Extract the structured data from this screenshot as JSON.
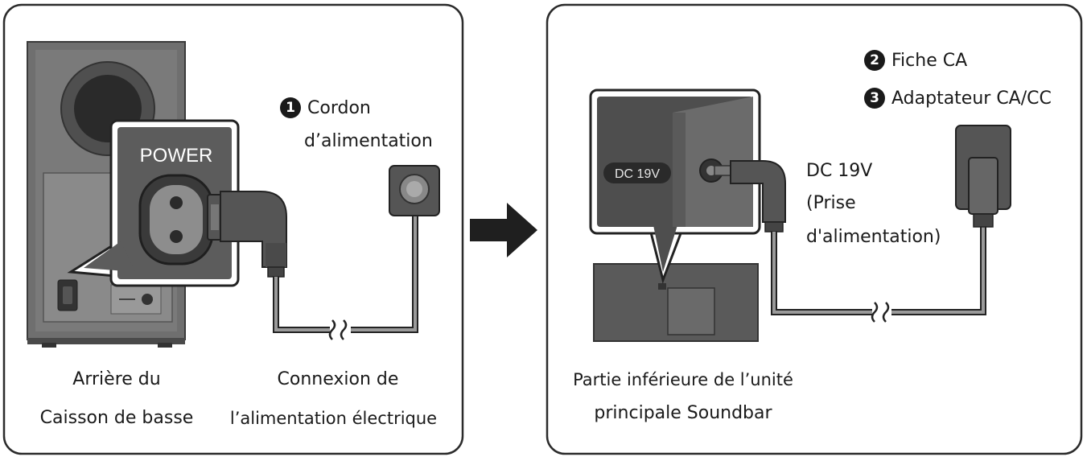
{
  "left_panel": {
    "power_label": "POWER",
    "cord_number": "1",
    "cord_label_line1": "Cordon",
    "cord_label_line2": "d’alimentation",
    "subwoofer_line1": "Arrière du",
    "subwoofer_line2": "Caisson de basse",
    "connection_line1": "Connexion de",
    "connection_line2": "l’alimentation électrique"
  },
  "right_panel": {
    "dc_badge": "DC 19V",
    "plug_number": "2",
    "plug_label": "Fiche CA",
    "adapter_number": "3",
    "adapter_label": "Adaptateur CA/CC",
    "dc_line1": "DC 19V",
    "dc_line2": "(Prise",
    "dc_line3": "d'alimentation)",
    "soundbar_line1": "Partie inférieure de l’unité",
    "soundbar_line2": "principale Soundbar"
  },
  "icons": {
    "arrow": "right-arrow-icon",
    "break_mark": "cable-break-icon"
  }
}
